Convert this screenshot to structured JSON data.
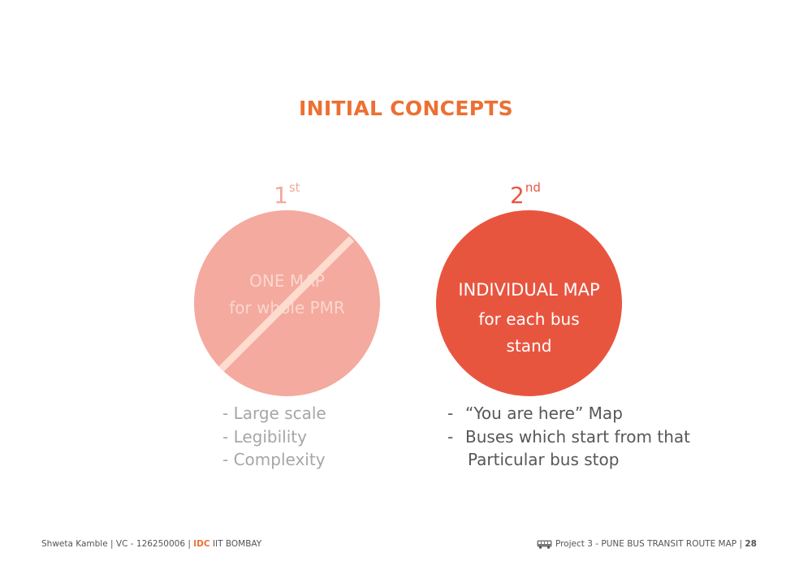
{
  "title": "INITIAL CONCEPTS",
  "concepts": [
    {
      "ordinal_num": "1",
      "ordinal_suffix": "st",
      "circle_line1": "ONE MAP",
      "circle_line2": "for whole PMR",
      "points": [
        "- Large scale",
        "- Legibility",
        "- Complexity"
      ],
      "crossed_out": true
    },
    {
      "ordinal_num": "2",
      "ordinal_suffix": "nd",
      "circle_line1": "INDIVIDUAL MAP",
      "circle_line2": "for each bus",
      "circle_line3": "stand",
      "points": [
        "“You are here” Map",
        "Buses which start from that",
        "Particular bus stop"
      ],
      "bullet": "-"
    }
  ],
  "footer": {
    "author": "Shweta Kamble",
    "sep": "|",
    "vc": "VC - 126250006",
    "idc": "IDC",
    "institute": "IIT BOMBAY",
    "project": "Project 3 - PUNE BUS TRANSIT ROUTE MAP",
    "page": "28",
    "icon": "bus-icon"
  },
  "colors": {
    "accent_orange": "#ec7032",
    "concept1_circle": "#f4aa9e",
    "concept2_circle": "#e8553f",
    "muted_text": "#a6a6a6",
    "dark_text": "#575757"
  }
}
